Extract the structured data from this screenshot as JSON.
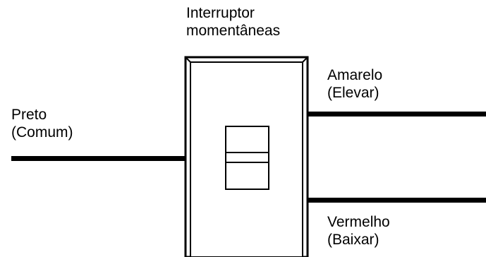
{
  "diagram": {
    "title": {
      "line1": "Interruptor",
      "line2": "momentâneas"
    },
    "wires": {
      "black": {
        "line1": "Preto",
        "line2": "(Comum)"
      },
      "yellow": {
        "line1": "Amarelo",
        "line2": "(Elevar)"
      },
      "red": {
        "line1": "Vermelho",
        "line2": "(Baixar)"
      }
    },
    "colors": {
      "stroke": "#000000",
      "background": "#ffffff"
    }
  }
}
